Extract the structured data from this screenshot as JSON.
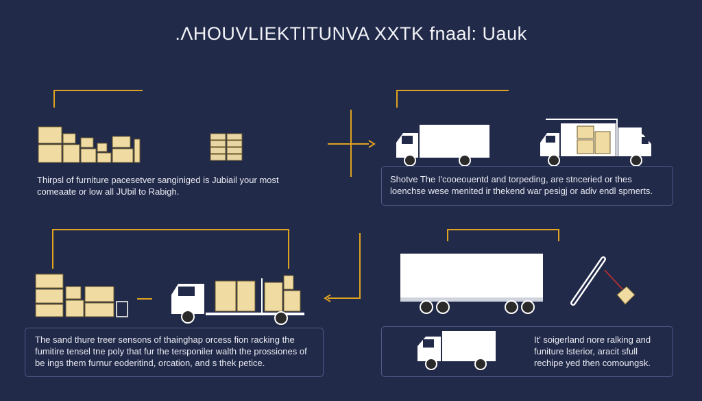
{
  "title": ".ΛHOUVLIEKTITUNVA XXTK fnaal: Uauk",
  "captions": {
    "top_left": "Thirpsl of furniture pacesetver sanginiged is Jubiail your most comeaate or low all JUbil to Rabigh.",
    "top_right": "Shotve The I'cooeouentd and torpeding, are stnceried or thes loenchse wese menited ir thekend war pesigj or adiv endl spmerts.",
    "bottom_left": "The sand thure  treer sensons of thainghap  orcess fion racking  the fumitire tensel tne poly that fur the tersponiler walth the prossiones of be ings them furnur eoderitind, orcation, and s thek petice.",
    "bottom_right": "It' soigerland  nore ralking and funiture lsterior, aracit sfull rechipe yed then comoungsk."
  },
  "colors": {
    "background": "#222a4a",
    "accent": "#e0a320",
    "box_fill": "#f0dca2",
    "truck": "#ffffff"
  }
}
